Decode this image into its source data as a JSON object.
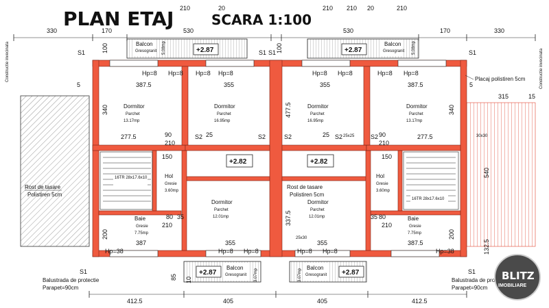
{
  "title": "PLAN ETAJ",
  "scale": "SCARA 1:100",
  "logo": {
    "line1": "BLITZ",
    "line2": "IMOBILIARE"
  },
  "side_labels": {
    "left": "Constructie invecinata",
    "right": "Constructie invecinata"
  },
  "top_dims": [
    "330",
    "170",
    "530",
    "530",
    "170",
    "330"
  ],
  "top_row_small": [
    "210",
    "20",
    "210",
    "210",
    "20",
    "210"
  ],
  "bottom_dims": [
    "412.5",
    "405",
    "405",
    "412.5"
  ],
  "balconies_top": [
    {
      "label": "Balcon",
      "sub": "Gresogranit",
      "area": "5.08mp",
      "level": "+2.87"
    },
    {
      "label": "Balcon",
      "sub": "Gresogranit",
      "area": "5.08mp",
      "level": "+2.87"
    }
  ],
  "balconies_bottom": [
    {
      "label": "Balcon",
      "sub": "Gresogranit",
      "area": "3.07mp",
      "level": "+2.87"
    },
    {
      "label": "Balcon",
      "sub": "Gresogranit",
      "area": "3.07mp",
      "level": "+2.87"
    }
  ],
  "rooms": [
    {
      "name": "Dormitor",
      "floor": "Parchet",
      "area": "13.17mp"
    },
    {
      "name": "Dormitor",
      "floor": "Parchet",
      "area": "16.95mp"
    },
    {
      "name": "Dormitor",
      "floor": "Parchet",
      "area": "16.95mp"
    },
    {
      "name": "Dormitor",
      "floor": "Parchet",
      "area": "13.17mp"
    },
    {
      "name": "Hol",
      "floor": "Gresie",
      "area": "3.60mp"
    },
    {
      "name": "Dormitor",
      "floor": "Parchet",
      "area": "12.01mp"
    },
    {
      "name": "Dormitor",
      "floor": "Parchet",
      "area": "12.01mp"
    },
    {
      "name": "Hol",
      "floor": "Gresie",
      "area": "3.60mp"
    },
    {
      "name": "Baie",
      "floor": "Gresie",
      "area": "7.75mp"
    },
    {
      "name": "Baie",
      "floor": "Gresie",
      "area": "7.75mp"
    }
  ],
  "levels_mid": [
    "+2.82",
    "+2.82"
  ],
  "room_dims": {
    "w387": "387.5",
    "w355": "355",
    "w277": "277.5",
    "h340": "340",
    "h477": "477.5",
    "h337": "337.5",
    "w387b": "387",
    "h200": "200"
  },
  "hp": "Hp=8",
  "hp38": "Hp=38",
  "s1": "S1",
  "s2": "S2",
  "stairs": "16TR 28x17.6x10",
  "annotations": {
    "rost1": "Rost de tasare",
    "rost2": "Polistiren 5cm",
    "placaj": "Placaj polistiren 5cm",
    "balustrada": "Balustrada de protectie",
    "parapet": "Parapet=90cm",
    "balustrada2": "Balustrada de prot",
    "col1": "25x25",
    "col2": "30x30",
    "col3": "25x30"
  },
  "misc": {
    "d150": "150",
    "d90": "90",
    "d80": "80",
    "d35": "35",
    "d210": "210",
    "d25": "25",
    "d5": "5",
    "d100": "100",
    "d315": "315",
    "d15": "15",
    "d540": "540",
    "d132": "132.5",
    "d85": "85",
    "d10": "10"
  }
}
